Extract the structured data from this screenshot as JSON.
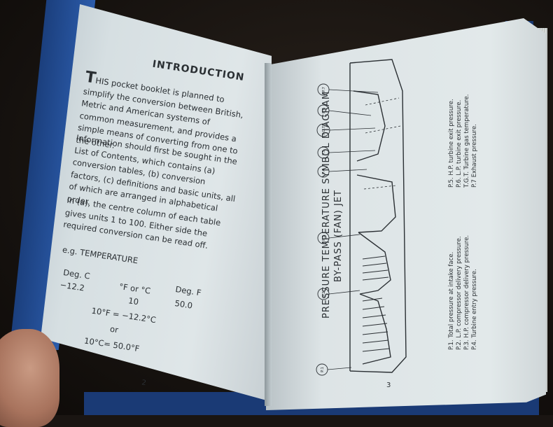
{
  "left_page": {
    "heading": "INTRODUCTION",
    "paragraph1_cap": "T",
    "paragraph1": "HIS pocket booklet is planned to simplify the conversion between British, Metric and American systems of common measurement, and provides a simple means of converting from one to the other.",
    "paragraph2": "Information should first be sought in the List of Contents, which contains (a) conversion tables, (b) conversion factors, (c) definitions and basic units, all of which are arranged in alphabetical order.",
    "paragraph3": "In (a), the centre column of each table gives units 1 to 100. Either side the required conversion can be read off.",
    "example_label": "e.g. TEMPERATURE",
    "col_left_header": "Deg. C",
    "col_left_value": "−12.2",
    "col_mid_header": "°F or °C",
    "col_mid_value": "10",
    "col_right_header": "Deg. F",
    "col_right_value": "50.0",
    "equation1": "10°F = −12.2°C",
    "or_text": "or",
    "equation2": "10°C= 50.0°F",
    "page_number": "2"
  },
  "right_page": {
    "title_line1": "PRESSURE TEMPERATURE SYMBOL DIAGRAM",
    "title_line2": "BY-PASS (FAN) JET",
    "legend_a": [
      "P.1. Total pressure at intake face.",
      "P.2. L.P. compressor delivery pressure.",
      "P.3. H.P. compressor delivery pressure.",
      "P.4. Turbine entry pressure."
    ],
    "legend_b": [
      "P.5. H.P. turbine exit pressure.",
      "P.6. L.P. turbine exit pressure.",
      "T.G.T. Turbine gas temperature.",
      "P.7 Exhaust pressure."
    ],
    "callouts": [
      "P.1",
      "P.2",
      "P.3",
      "P.4",
      "P.5",
      "T.G.T.",
      "P.6",
      "P.7"
    ],
    "page_number": "3"
  },
  "colors": {
    "cover_blue": "#2c5cab",
    "paper": "#dfe6e8",
    "ink": "#2a2f33"
  }
}
